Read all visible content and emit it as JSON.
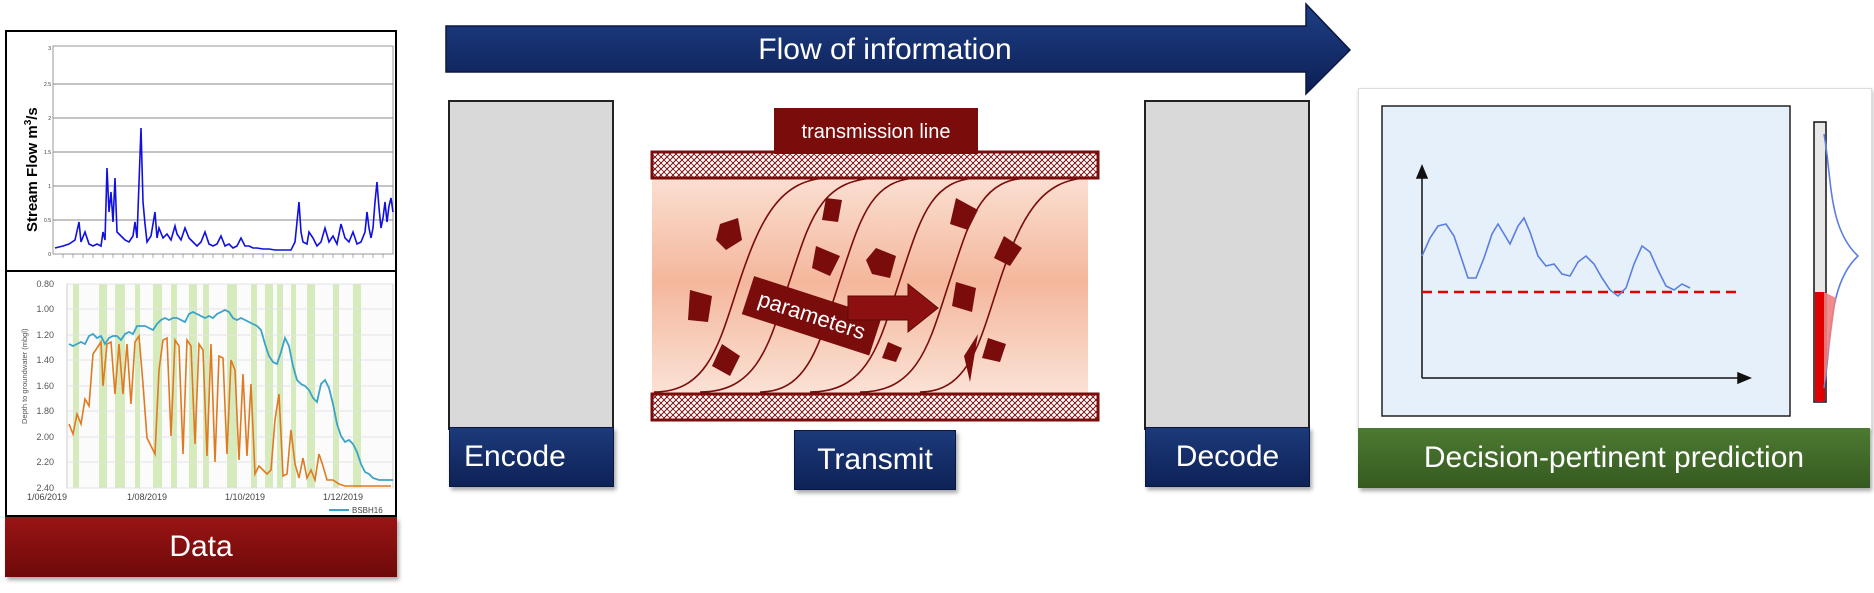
{
  "flow_arrow": {
    "label": "Flow of information",
    "color": "#0e2a6b"
  },
  "data_panel": {
    "label": "Data",
    "streamflow_chart": {
      "ylabel": "Stream Flow m",
      "ylabel_sup": "3",
      "ylabel_unit": "/s",
      "yticks": [
        "0",
        "0.5",
        "1",
        "1.5",
        "2",
        "2.5",
        "3"
      ]
    },
    "groundwater_chart": {
      "ylabel": "Depth to groundwater (mbgl)",
      "yticks": [
        "0.80",
        "1.00",
        "1.20",
        "1.40",
        "1.60",
        "1.80",
        "2.00",
        "2.20",
        "2.40"
      ],
      "xticks": [
        "1/06/2019",
        "1/08/2019",
        "1/10/2019",
        "1/12/2019"
      ],
      "legend": "BSBH16"
    }
  },
  "encode": {
    "label": "Encode"
  },
  "transmit": {
    "label": "Transmit",
    "line_label": "transmission line",
    "parameters_label": "parameters"
  },
  "decode": {
    "label": "Decode"
  },
  "prediction": {
    "label": "Decision-pertinent prediction"
  },
  "colors": {
    "navy": "#0e2257",
    "maroon": "#7a0c0c",
    "green": "#3f6a28",
    "pale_blue": "#e6f0fb",
    "threshold_red": "#e00000"
  }
}
